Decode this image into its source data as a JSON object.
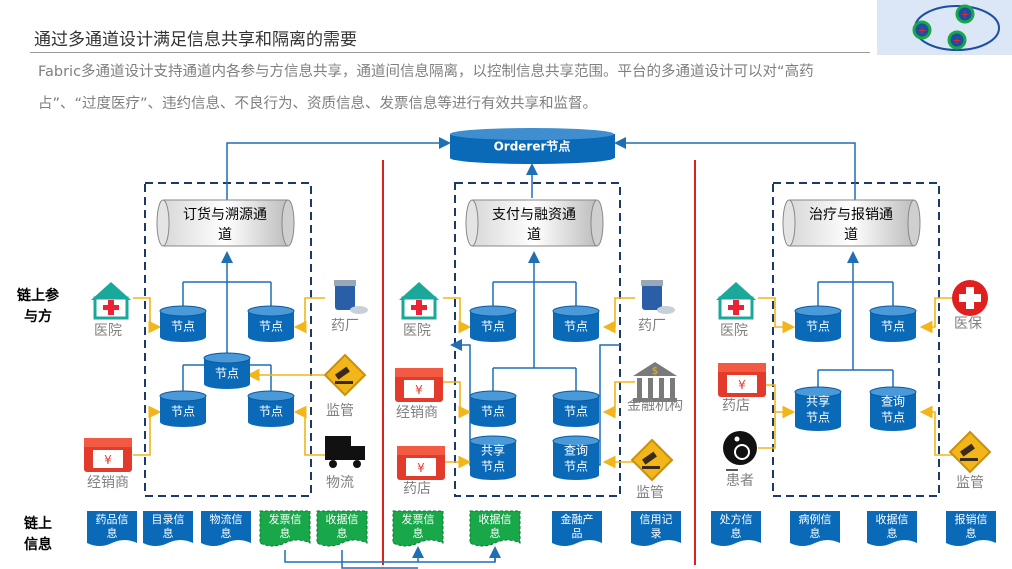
{
  "title": "通过多通道设计满足信息共享和隔离的需要",
  "description_line1": "Fabric多通道设计支持通道内各参与方信息共享，通道间信息隔离，以控制信息共享范围。平台的多通道设计可以对“高药",
  "description_line2": "占”、“过度医疗”、违约信息、不良行为、资质信息、发票信息等进行有效共享和监督。",
  "orderer_label": "Orderer节点",
  "row_labels": {
    "participants": [
      "链上参",
      "与方"
    ],
    "info": [
      "链上",
      "信息"
    ]
  },
  "colors": {
    "node_blue": "#0b6ab8",
    "ledger_green": "#18a84a",
    "link_yellow": "#f2b51a",
    "divider_red": "#d9211e",
    "dash_navy": "#1b3a6b"
  },
  "channels": [
    {
      "name": [
        "订货与溯源通",
        "道"
      ],
      "nodes": [
        "节点",
        "节点",
        "节点",
        "节点",
        "节点"
      ],
      "left_entities": [
        "医院",
        "经销商"
      ],
      "right_entities": [
        "药厂",
        "监管",
        "物流"
      ],
      "right_icons": [
        "pill-bottle-icon",
        "gavel-icon",
        "truck-icon"
      ],
      "left_icons": [
        "hospital-icon",
        "store-icon"
      ]
    },
    {
      "name": [
        "支付与融资通",
        "道"
      ],
      "nodes": [
        "节点",
        "节点",
        "节点",
        "节点",
        "共享",
        "节点",
        "查询",
        "节点"
      ],
      "left_entities": [
        "医院",
        "经销商",
        "药店"
      ],
      "right_entities": [
        "药厂",
        "金融机构",
        "监管"
      ],
      "right_icons": [
        "pill-bottle-icon",
        "bank-icon",
        "gavel-icon"
      ],
      "left_icons": [
        "hospital-icon",
        "store-icon",
        "store-icon"
      ]
    },
    {
      "name": [
        "治疗与报销通",
        "道"
      ],
      "nodes": [
        "节点",
        "节点",
        "共享",
        "节点",
        "查询",
        "节点"
      ],
      "left_entities": [
        "医院",
        "药店",
        "患者"
      ],
      "right_entities": [
        "医保",
        "监管"
      ],
      "right_icons": [
        "medical-insurance-icon",
        "gavel-icon"
      ],
      "left_icons": [
        "hospital-icon",
        "store-icon",
        "wheelchair-icon"
      ]
    }
  ],
  "info_docs": [
    {
      "label": [
        "药品信",
        "息"
      ],
      "color": "blue"
    },
    {
      "label": [
        "目录信",
        "息"
      ],
      "color": "blue"
    },
    {
      "label": [
        "物流信",
        "息"
      ],
      "color": "blue"
    },
    {
      "label": [
        "发票信",
        "息"
      ],
      "color": "green"
    },
    {
      "label": [
        "收据信",
        "息"
      ],
      "color": "green"
    },
    {
      "label": [
        "发票信",
        "息"
      ],
      "color": "green"
    },
    {
      "label": [
        "收据信",
        "息"
      ],
      "color": "green"
    },
    {
      "label": [
        "金融产",
        "品"
      ],
      "color": "blue"
    },
    {
      "label": [
        "信用记",
        "录"
      ],
      "color": "blue"
    },
    {
      "label": [
        "处方信",
        "息"
      ],
      "color": "blue"
    },
    {
      "label": [
        "病例信",
        "息"
      ],
      "color": "blue"
    },
    {
      "label": [
        "收据信",
        "息"
      ],
      "color": "blue"
    },
    {
      "label": [
        "报销信",
        "息"
      ],
      "color": "blue"
    }
  ]
}
